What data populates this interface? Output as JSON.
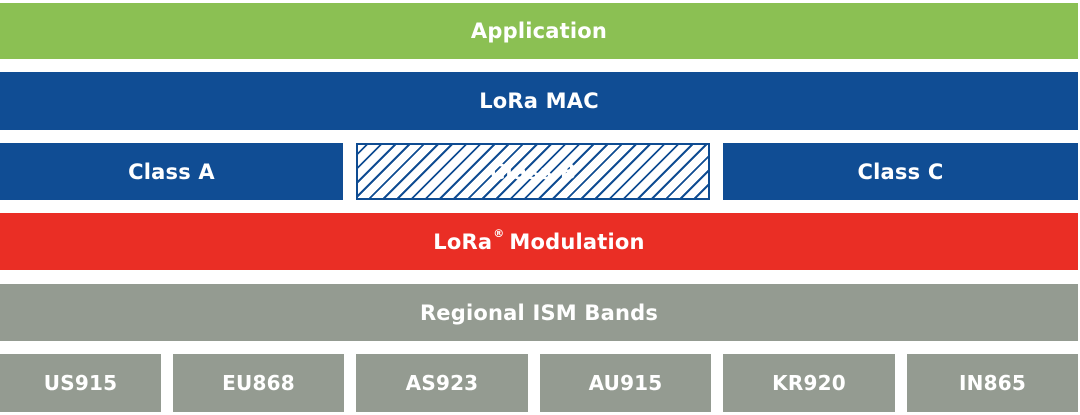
{
  "colors": {
    "application": "#8bc053",
    "mac": "#104d94",
    "class_b_hatch": "#0f4c92",
    "modulation": "#ea2e25",
    "ism": "#949b91"
  },
  "layers": {
    "application": "Application",
    "mac": "LoRa MAC",
    "classes": {
      "a": "Class A",
      "b": "Class B",
      "c": "Class C"
    },
    "modulation": {
      "name": "LoRa",
      "mark": "®",
      "suffix": "Modulation"
    },
    "ism": "Regional ISM Bands",
    "bands": [
      "US915",
      "EU868",
      "AS923",
      "AU915",
      "KR920",
      "IN865"
    ]
  }
}
